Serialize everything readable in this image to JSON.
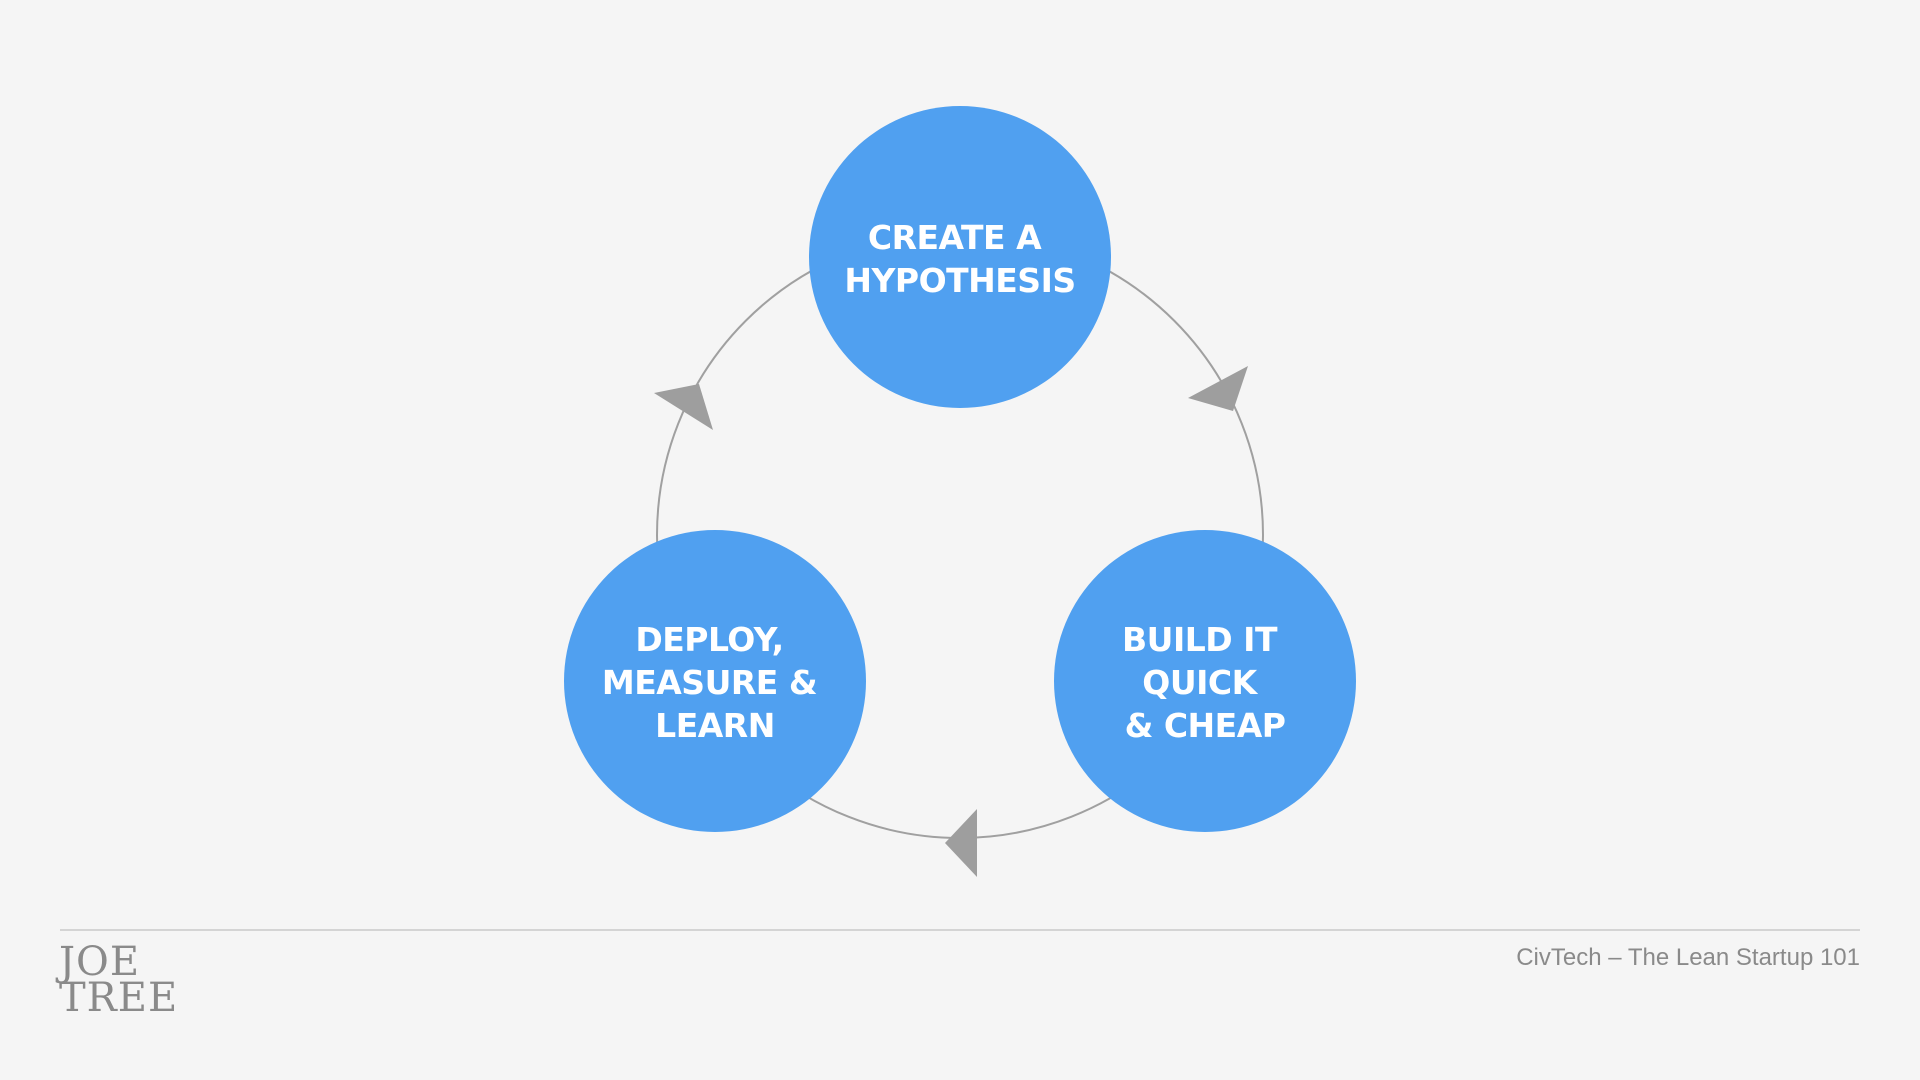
{
  "diagram": {
    "nodes": [
      {
        "id": "top",
        "lines": [
          "CREATE A",
          "HYPOTHESIS"
        ]
      },
      {
        "id": "right",
        "lines": [
          "BUILD IT",
          "QUICK",
          "& CHEAP"
        ]
      },
      {
        "id": "left",
        "lines": [
          "DEPLOY,",
          "MEASURE &",
          "LEARN"
        ]
      }
    ],
    "flow_direction": "clockwise",
    "colors": {
      "node_fill": "#50a0f0",
      "node_text": "#ffffff",
      "connector": "#a0a0a0",
      "arrowhead": "#9e9e9e",
      "background": "#f5f5f5"
    }
  },
  "footer": {
    "logo_line1": "JOE",
    "logo_line2": "TREE",
    "caption": "CivTech – The Lean Startup 101"
  }
}
